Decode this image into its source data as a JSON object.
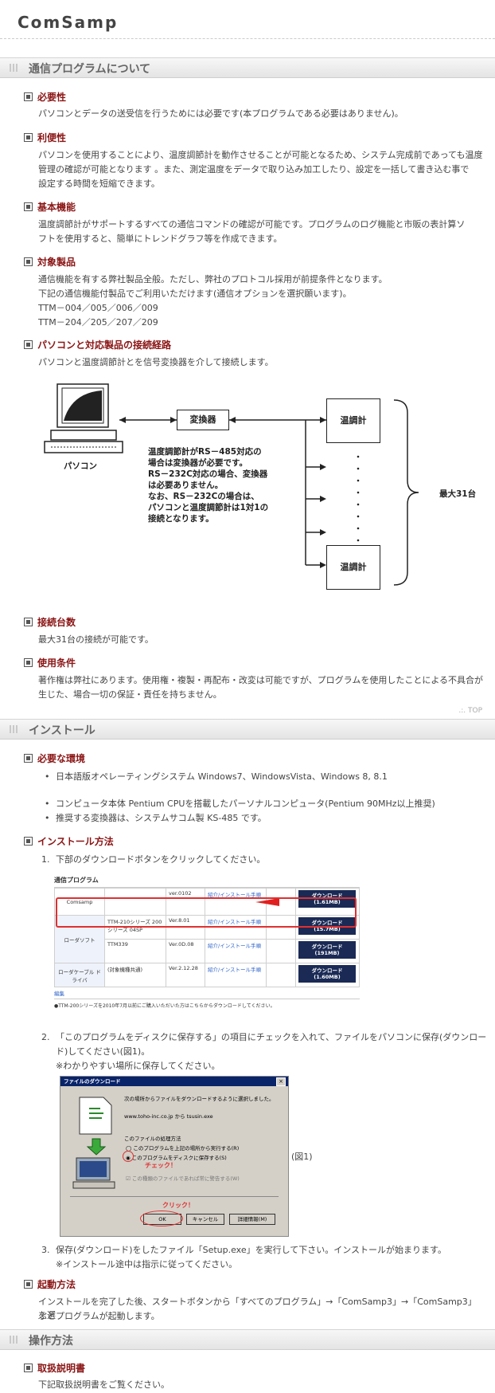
{
  "logo": "ComSamp",
  "sections": {
    "about": "通信プログラムについて",
    "install": "インストール",
    "operation": "操作方法"
  },
  "about": {
    "necessity_h": "必要性",
    "necessity_p": "パソコンとデータの送受信を行うためには必要です(本プログラムである必要はありません)。",
    "convenience_h": "利便性",
    "convenience_p1": "パソコンを使用することにより、温度調節計を動作させることが可能となるため、システム完成前であっても温度",
    "convenience_p2": "管理の確認が可能となります 。また、測定温度をデータで取り込み加工したり、設定を一括して書き込む事で",
    "convenience_p3": "設定する時間を短縮できます。",
    "basic_h": "基本機能",
    "basic_p1": "温度調節計がサポートするすべての通信コマンドの確認が可能です。プログラムのログ機能と市販の表計算ソ",
    "basic_p2": "フトを使用すると、簡単にトレンドグラフ等を作成できます。",
    "target_h": "対象製品",
    "target_p1": "通信機能を有する弊社製品全般。ただし、弊社のプロトコル採用が前提条件となります。",
    "target_p2": "下記の通信機能付製品でご利用いただけます(通信オプションを選択願います)。",
    "target_p3": "TTM－004／005／006／009",
    "target_p4": "TTM－204／205／207／209",
    "route_h": "パソコンと対応製品の接続経路",
    "route_p": "パソコンと温度調節計とを信号変換器を介して接続します。",
    "count_h": "接続台数",
    "count_p": "最大31台の接続が可能です。",
    "terms_h": "使用条件",
    "terms_p1": "著作権は弊社にあります。使用権・複製・再配布・改変は可能ですが、プログラムを使用したことによる不具合が",
    "terms_p2": "生じた、場合一切の保証・責任を持ちません。",
    "top": ".:. TOP"
  },
  "diagram": {
    "pc": "パソコン",
    "converter": "変換器",
    "controller": "温調計",
    "max": "最大31台",
    "note1": "温度調節計がRS－485対応の",
    "note2": "場合は変換器が必要です。",
    "note3": "RS－232C対応の場合、変換器",
    "note4": "は必要ありません。",
    "note5": "なお、RS－232Cの場合は、",
    "note6": "パソコンと温度調節計は1対1の",
    "note7": "接続となります。"
  },
  "install": {
    "env_h": "必要な環境",
    "env_1": "日本語版オペレーティングシステム Windows7、WindowsVista、Windows 8, 8.1",
    "env_2": "コンピュータ本体 Pentium CPUを搭載したパーソナルコンピュータ(Pentium 90MHz以上推奨)",
    "env_3": "推奨する変換器は、システムサコム製 KS-485 です。",
    "method_h": "インストール方法",
    "step1_num": "1.",
    "step1": "下部のダウンロードボタンをクリックしてください。",
    "step2_num": "2.",
    "step2a": "「このプログラムをディスクに保存する」の項目にチェックを入れて、ファイルをパソコンに保存(ダウンロー",
    "step2b": "ド)してください(図1)。",
    "step2c": "※わかりやすい場所に保存してください。",
    "fig1": "(図1)",
    "step3_num": "3.",
    "step3a": "保存(ダウンロード)をしたファイル「Setup.exe」を実行して下さい。インストールが始まります。",
    "step3b": "※インストール途中は指示に従ってください。",
    "launch_h": "起動方法",
    "launch_p1": "インストールを完了した後、スタートボタンから「すべてのプログラム」→「ComSamp3」→「ComSamp3」を選",
    "launch_p2": "ぶとプログラムが起動します。"
  },
  "shot1": {
    "heading": "通信プログラム",
    "rows": [
      {
        "name": "Comsamp",
        "model": "",
        "ver": "ver.0102",
        "link": "紹介/インストール手順",
        "dl": "ダウンロード",
        "size": "(1.61MB)"
      },
      {
        "name": "ローダソフト",
        "model": "TTM-210シリーズ 200シリーズ 04SP",
        "ver": "Ver.8.01",
        "link": "紹介/インストール手順",
        "dl": "ダウンロード",
        "size": "(15.7MB)"
      },
      {
        "name": "",
        "model": "TTM339",
        "ver": "Ver.0D.08",
        "link": "紹介/インストール手順",
        "dl": "ダウンロード",
        "size": "(191MB)"
      },
      {
        "name": "ローダケーブル ドライバ",
        "model": "(対象機種共通)",
        "ver": "Ver.2.12.28",
        "link": "紹介/インストール手順",
        "dl": "ダウンロード",
        "size": "(1.60MB)"
      }
    ],
    "edit": "編集",
    "footnote": "●TTM-200シリーズを2010年7月以前にご購入いただいた方はこちらからダウンロードしてください。"
  },
  "shot2": {
    "title": "ファイルのダウンロード",
    "line1": "次の場所からファイルをダウンロードするように選択しました。",
    "line2": "www.toho-inc.co.jp から tsusin.exe",
    "method": "このファイルの処理方法",
    "opt1": "このプログラムを上記の場所から実行する(R)",
    "opt2": "このプログラムをディスクに保存する(S)",
    "check": "チェック！",
    "always": "この種類のファイルであれば常に警告する(W)",
    "click": "クリック！",
    "ok": "OK",
    "cancel": "キャンセル",
    "detail": "詳細情報(M)"
  },
  "operation": {
    "manual_h": "取扱説明書",
    "manual_p": "下記取扱説明書をご覧ください。"
  }
}
